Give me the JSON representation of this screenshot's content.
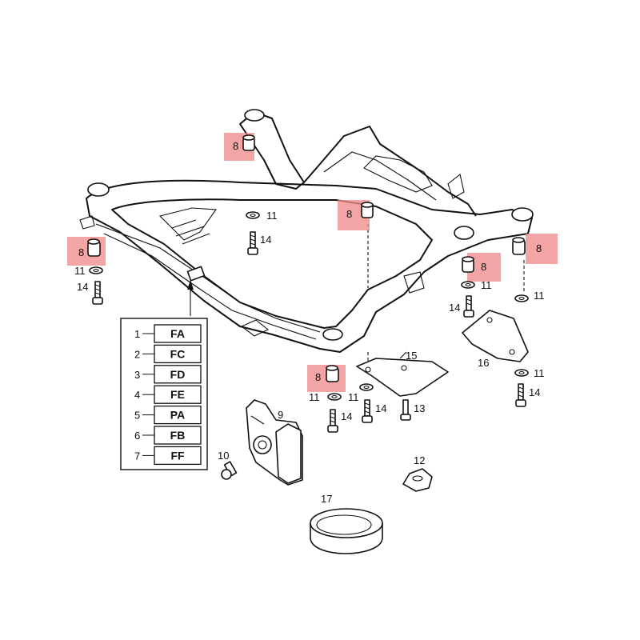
{
  "callouts": {
    "bushing_labels": [
      "8",
      "8",
      "8",
      "8",
      "8",
      "8"
    ],
    "washer_label": "11",
    "bolt_label": "14",
    "bracket_left_label": "15",
    "bracket_right_label": "16",
    "bolt_small_label": "13",
    "mount_label": "9",
    "screw_label": "10",
    "clip_label": "12",
    "plug_label": "17"
  },
  "legend": {
    "rows": [
      {
        "num": "1",
        "code": "FA"
      },
      {
        "num": "2",
        "code": "FC"
      },
      {
        "num": "3",
        "code": "FD"
      },
      {
        "num": "4",
        "code": "FE"
      },
      {
        "num": "5",
        "code": "PA"
      },
      {
        "num": "6",
        "code": "FB"
      },
      {
        "num": "7",
        "code": "FF"
      }
    ]
  },
  "colors": {
    "highlight": "#f08a8a",
    "ink": "#111111",
    "background": "#ffffff"
  }
}
